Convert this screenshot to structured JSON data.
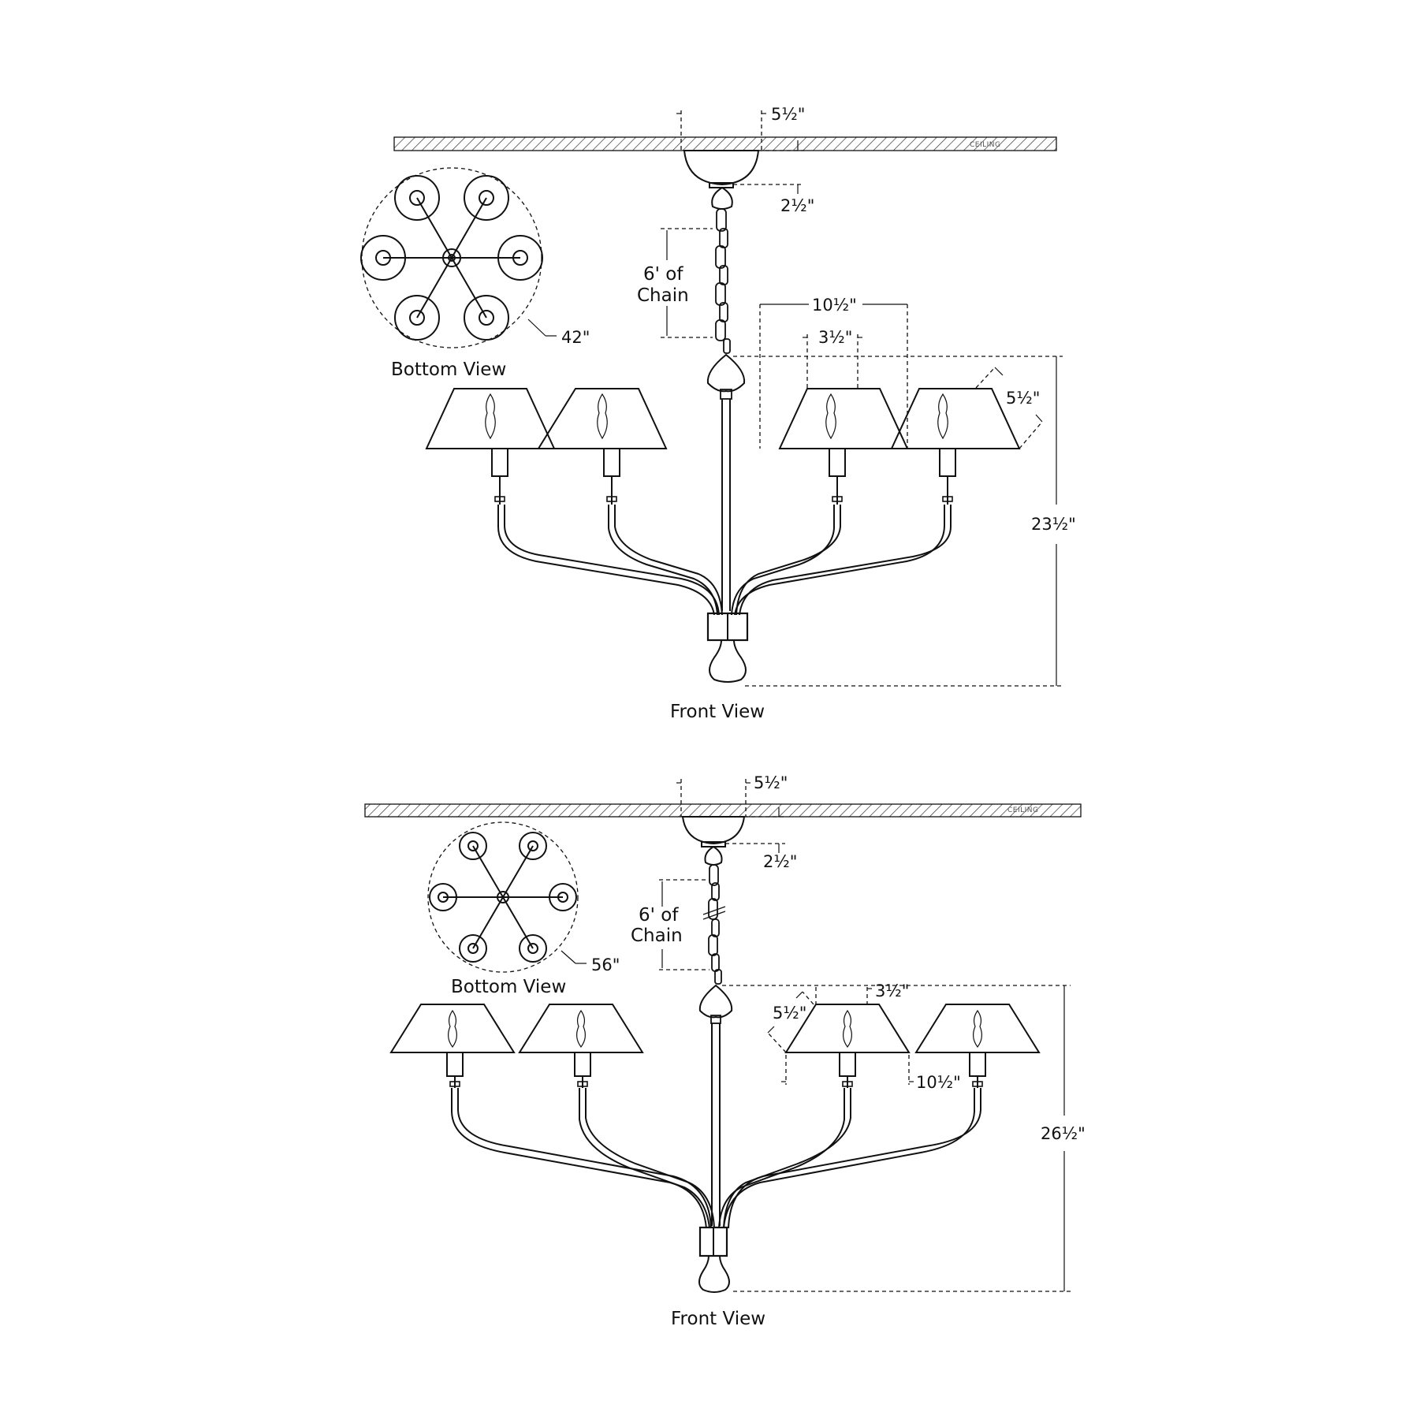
{
  "drawings": [
    {
      "ceiling_label": "CEILING",
      "canopy_width": "5½\"",
      "canopy_height": "2½\"",
      "chain_label_line1": "6' of",
      "chain_label_line2": "Chain",
      "shade_top": "3½\"",
      "shade_bottom": "10½\"",
      "shade_height": "5½\"",
      "overall_height": "23½\"",
      "diameter": "42\"",
      "bottom_view_label": "Bottom View",
      "front_view_label": "Front View"
    },
    {
      "ceiling_label": "CEILING",
      "canopy_width": "5½\"",
      "canopy_height": "2½\"",
      "chain_label_line1": "6' of",
      "chain_label_line2": "Chain",
      "shade_top": "3½\"",
      "shade_bottom": "10½\"",
      "shade_height": "5½\"",
      "overall_height": "26½\"",
      "diameter": "56\"",
      "bottom_view_label": "Bottom View",
      "front_view_label": "Front View"
    }
  ]
}
